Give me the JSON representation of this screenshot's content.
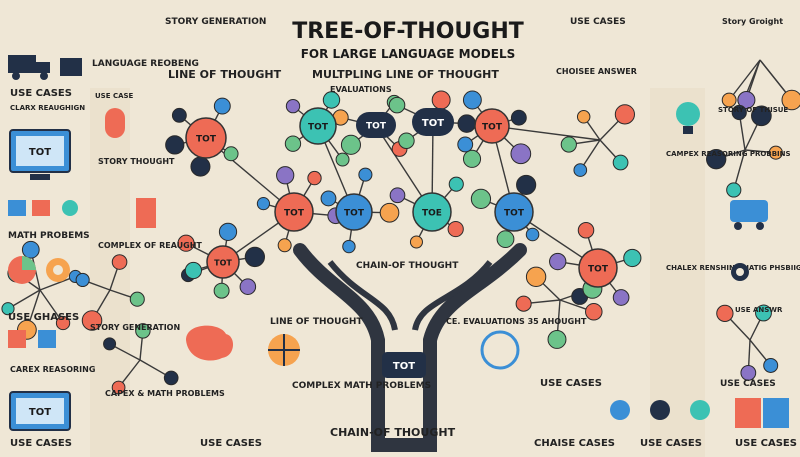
{
  "title": {
    "line1": "TREE-OF-THOUGHT",
    "line2": "FOR LARGE LANGUAGE MODELS"
  },
  "labels": {
    "story_generation_top": "STORY GENERATION",
    "language_reasoning": "LANGUAGE REOBENG",
    "line_of_thought_top": "LINE OF THOUGHT",
    "multipling": "MULTPLING LINE OF THOUGHT",
    "evaluations_top": "EVALUATIONS",
    "use_cases_tr": "USE CASES",
    "story_gruoht": "Story Groight",
    "chisee_answer": "CHOISEE ANSWER",
    "use_cases_tl": "USE CASES",
    "clarx_reasoning": "CLARX REAUGHIGN",
    "use_case_small": "USE CASE",
    "story_thought": "STORY THOUGHT",
    "story_of_thisue": "STORY OF THISUE",
    "campex_reasoning": "CAMPEX REASORING PROBBINS",
    "math_problems_l": "MATH PROBEMS",
    "complex_of_reaught": "COMPLEX OF REAUGHT",
    "use_ghases": "USE GHASES",
    "carex_reasoring": "CAREX REASORING",
    "story_generation_bot": "STORY GENERATION",
    "chain_of_thought_mid": "CHAIN-OF THOUGHT",
    "line_of_thought_bot": "LINE OF THOUGHT",
    "evaluations_bot": "CE. EVALUATIONS 35 AHOUGHT",
    "chalex_rensing": "CHALEX RENSHING HATIG PHSBIIGHT",
    "use_answ": "USE ANSWR",
    "capex_math": "CAPEX & MATH PROBLEMS",
    "complex_math": "COMPLEX MATH PROBLEMS",
    "use_cases_b1": "USE CASES",
    "use_cases_b2": "USE CASES",
    "chain_bottom": "CHAIN-OF THOUGHT",
    "use_cases_b3": "USE CASES",
    "chaise_cases": "CHAISE CASES",
    "use_cases_b4": "USE CASES",
    "use_cases_b5": "USE CASES",
    "tot_screen_left": "TOT",
    "tot_screen_bottom": "TOT"
  },
  "nodes": {
    "tot": "TOT",
    "toe": "TOE",
    "tot_trunk": "TOT"
  },
  "colors": {
    "background": "#efe7d6",
    "red": "#ee6b55",
    "blue": "#3b8fd6",
    "teal": "#3cc2b3",
    "green": "#6cc38a",
    "navy": "#223047",
    "orange": "#f6a34f",
    "purple": "#8a74c5",
    "trunk": "#2f3540"
  }
}
